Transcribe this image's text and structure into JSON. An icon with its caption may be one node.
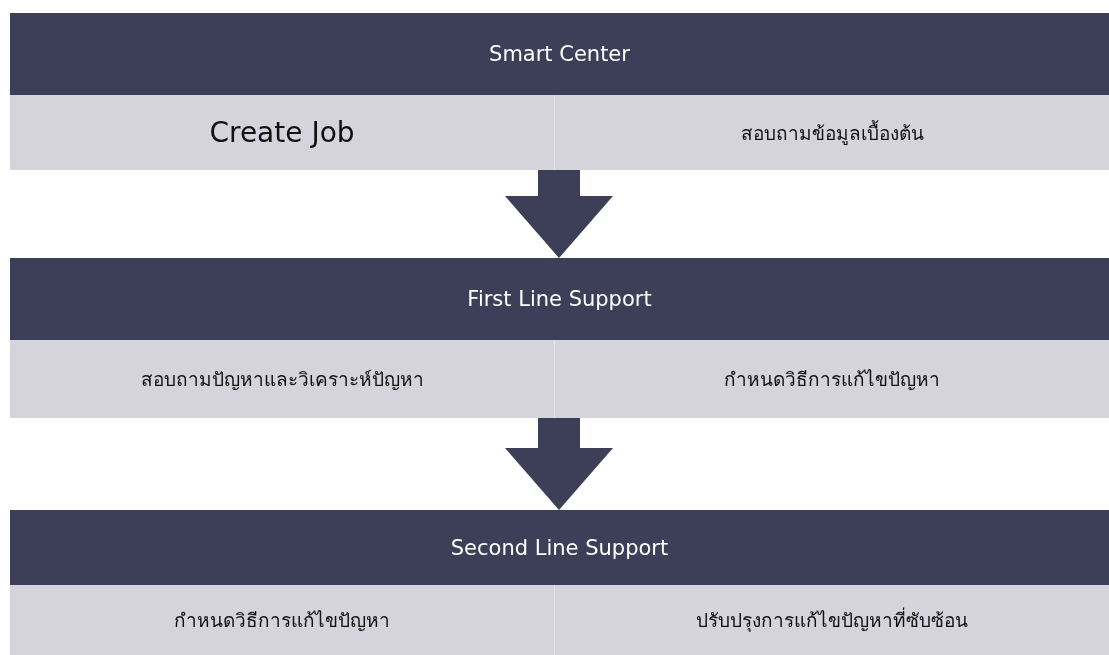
{
  "diagram": {
    "nodes": [
      {
        "text": [
          "Smart Center"
        ]
      },
      {
        "text": [],
        "shape": "bar"
      },
      {
        "text": [
          "Create Job"
        ],
        "in": 1
      },
      {
        "text": [
          "สอบถามข้อมูลเบื้องต้น"
        ],
        "in": 1
      },
      {
        "text": [
          "First Line Support"
        ]
      },
      {
        "text": [],
        "shape": "bar"
      },
      {
        "text": [
          "สอบถามปัญหาและวิเคราะห์ปัญหา"
        ],
        "in": 5
      },
      {
        "text": [
          "กำหนดวิธีการแก้ไขปัญหา"
        ],
        "in": 5
      },
      {
        "text": [
          "Second Line Support"
        ]
      },
      {
        "text": [],
        "shape": "bar"
      },
      {
        "text": [
          "กำหนดวิธีการแก้ไขปัญหา"
        ],
        "in": 9
      },
      {
        "text": [
          "ปรับปรุงการแก้ไขปัญหาที่ซับซ้อน"
        ],
        "in": 9
      }
    ],
    "edges": [
      {
        "from": 1,
        "to": 4,
        "arrow": "to"
      },
      {
        "from": 5,
        "to": 8,
        "arrow": "to"
      }
    ]
  }
}
